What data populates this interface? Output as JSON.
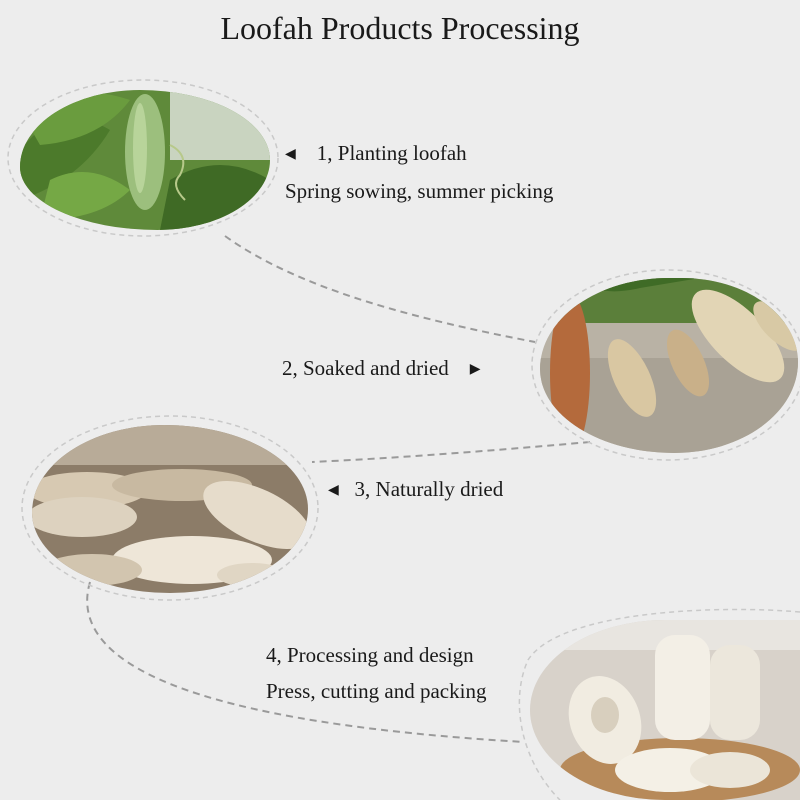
{
  "title": "Loofah Products Processing",
  "steps": [
    {
      "label": "1, Planting loofah",
      "detail": "Spring sowing, summer picking",
      "image": "loofah plant photo"
    },
    {
      "label": "2, Soaked and dried",
      "detail": "",
      "image": "soaked loofahs photo"
    },
    {
      "label": "3, Naturally dried",
      "detail": "",
      "image": "dried loofahs photo"
    },
    {
      "label": "4, Processing and design",
      "detail": "Press, cutting and packing",
      "image": "loofah products photo"
    }
  ],
  "colors": {
    "background": "#ededed",
    "connector": "#9a9a9a",
    "frame": "#c9c9c9"
  }
}
